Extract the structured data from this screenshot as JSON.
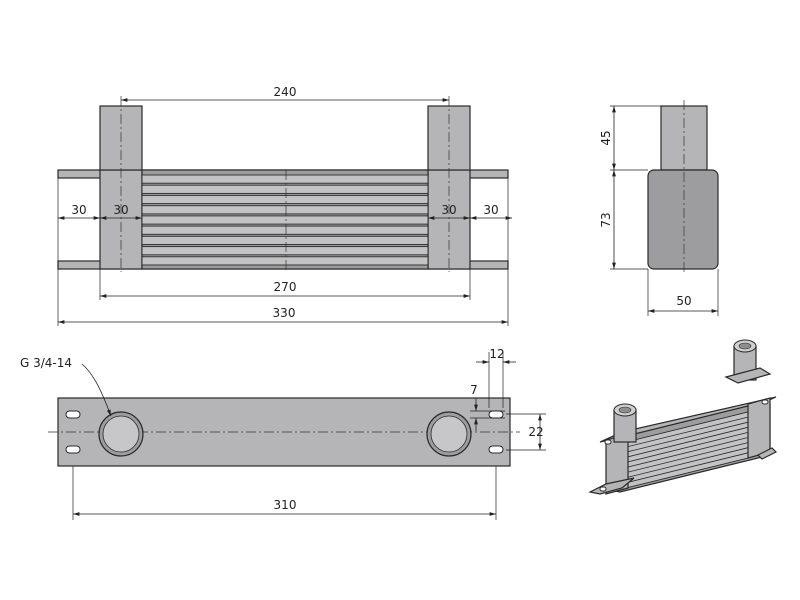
{
  "dimensions": {
    "pipe_spacing": "240",
    "left_outer_flange": "30",
    "left_inner_flange": "30",
    "right_inner_flange": "30",
    "right_outer_flange": "30",
    "core_length": "270",
    "overall_length": "330",
    "pipe_height": "45",
    "core_height": "73",
    "core_depth": "50",
    "slot_width": "12",
    "slot_offset": "7",
    "slot_spacing": "22",
    "mount_hole_spacing": "310"
  },
  "annotations": {
    "thread_spec": "G 3/4-14"
  },
  "colors": {
    "body": "#b5b5b7",
    "outline": "#2a2a2a",
    "background": "#ffffff"
  }
}
